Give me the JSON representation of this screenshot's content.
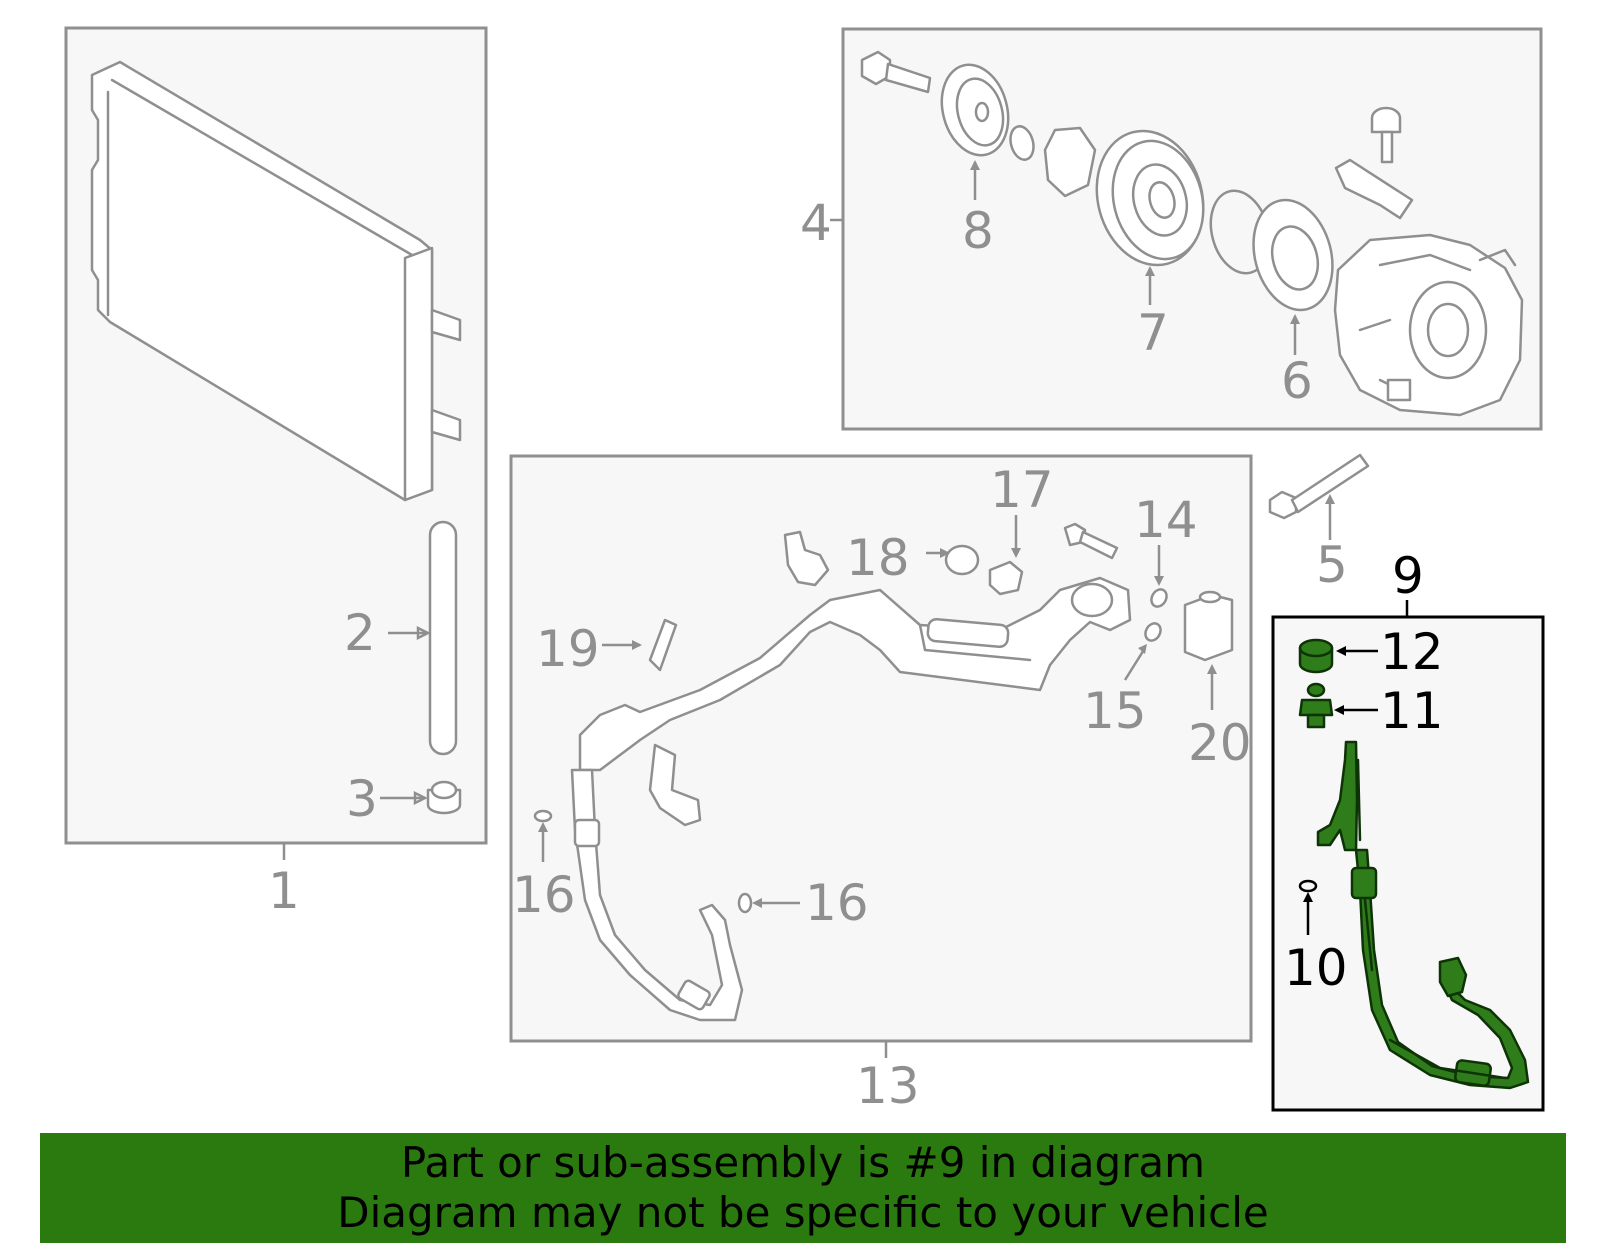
{
  "diagram": {
    "colors": {
      "line_gray": "#8f8f8f",
      "box_fill": "#f7f7f7",
      "highlight_green": "#2f7d1a",
      "banner_green": "#2a7a10"
    },
    "callouts": {
      "c1": "1",
      "c2": "2",
      "c3": "3",
      "c4": "4",
      "c5": "5",
      "c6": "6",
      "c7": "7",
      "c8": "8",
      "c9": "9",
      "c10": "10",
      "c11": "11",
      "c12": "12",
      "c13": "13",
      "c14": "14",
      "c15": "15",
      "c16a": "16",
      "c16b": "16",
      "c17": "17",
      "c18": "18",
      "c19": "19",
      "c20": "20"
    },
    "highlighted_part": "9"
  },
  "banner": {
    "line1": "Part or sub-assembly is #9 in diagram",
    "line2": "Diagram may not be specific to your vehicle"
  }
}
